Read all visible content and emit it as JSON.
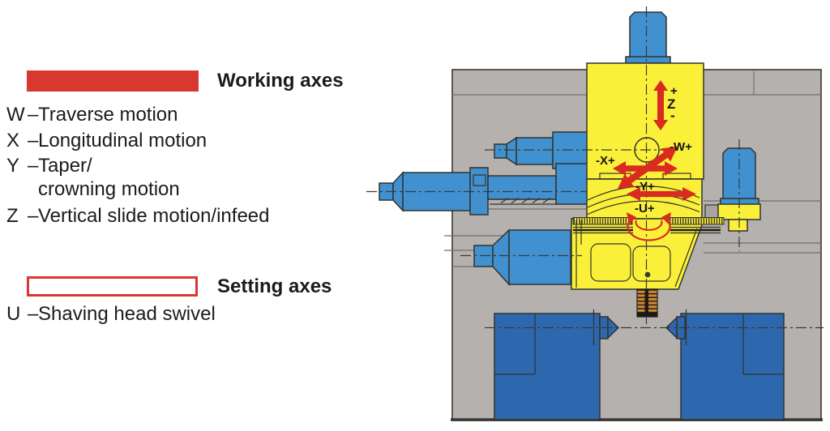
{
  "legend": {
    "working": {
      "title": "Working axes",
      "items": [
        {
          "letter": "W",
          "dash": "–",
          "label": "Traverse motion"
        },
        {
          "letter": "X",
          "dash": "–",
          "label": "Longitudinal motion"
        },
        {
          "letter": "Y",
          "dash": "–",
          "label": "Taper/",
          "label_line2": "crowning motion"
        },
        {
          "letter": "Z",
          "dash": "–",
          "label": "Vertical slide motion/infeed"
        }
      ]
    },
    "setting": {
      "title": "Setting axes",
      "items": [
        {
          "letter": "U",
          "dash": "–",
          "label": "Shaving head swivel"
        }
      ]
    }
  },
  "diagram": {
    "axis_labels": {
      "z_plus": "+",
      "z_letter": "Z",
      "z_minus": "-",
      "w": "-W+",
      "x": "-X+",
      "y": "-Y+",
      "u": "-U+"
    },
    "colors": {
      "legend-red": "#d93831",
      "working-red": "#da2b20",
      "machine-yellow": "#fbf039",
      "motor-blue": "#4190cf",
      "tailstock-blue": "#2d68ae",
      "bed-gray": "#b5b1ae",
      "panel-line": "#70706c",
      "cutter-orange": "#cd8a33",
      "outline": "#33322e"
    }
  }
}
